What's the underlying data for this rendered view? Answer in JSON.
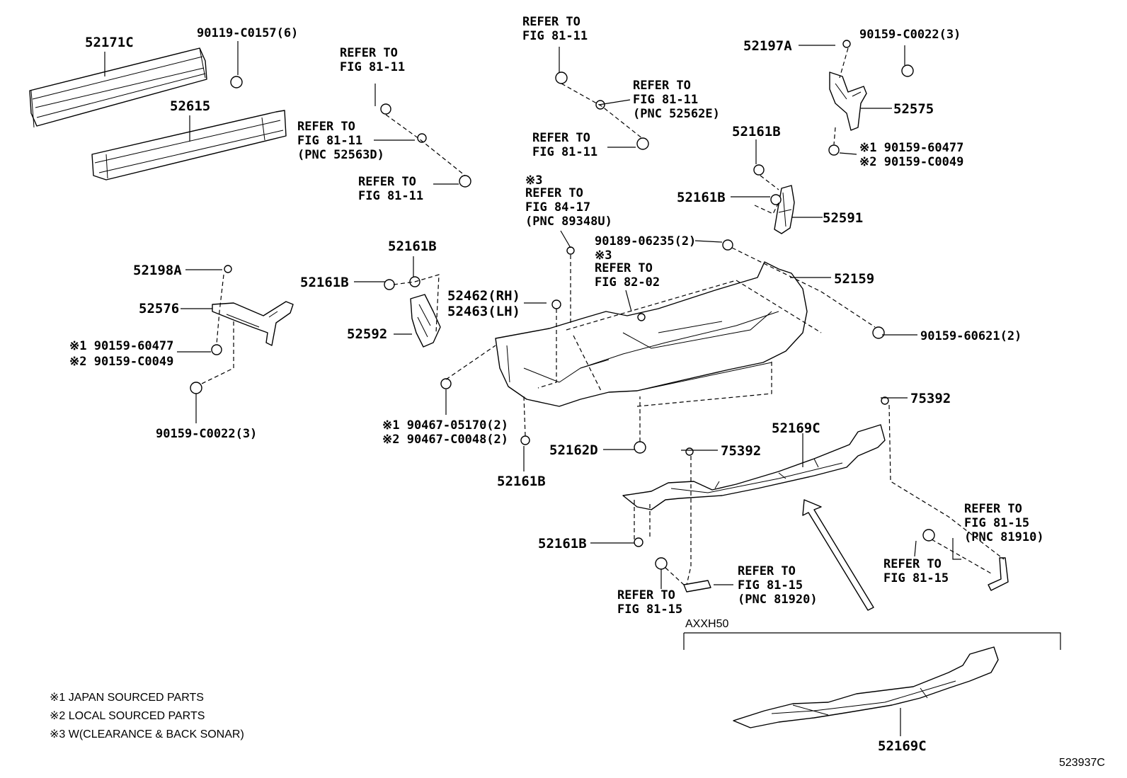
{
  "diagram_id": "523937C",
  "notes": [
    "※1  JAPAN SOURCED PARTS",
    "※2  LOCAL SOURCED PARTS",
    "※3  W(CLEARANCE & BACK SONAR)"
  ],
  "variant_label": "AXXH50",
  "labels": {
    "p52171c": "52171C",
    "p90119": "90119-C0157(6)",
    "p52615": "52615",
    "p52198a": "52198A",
    "p52576": "52576",
    "p52576_b1": "※1 90159-60477",
    "p52576_b2": "※2 90159-C0049",
    "p52576_c": "90159-C0022(3)",
    "ref_a": [
      "REFER TO",
      "FIG 81-11"
    ],
    "ref_b": [
      "REFER TO",
      "FIG 81-11",
      "(PNC 52563D)"
    ],
    "ref_c": [
      "REFER TO",
      "FIG 81-11"
    ],
    "ref_d": [
      "REFER TO",
      "FIG 81-11"
    ],
    "ref_e": [
      "REFER TO",
      "FIG 81-11",
      "(PNC 52562E)"
    ],
    "ref_f": [
      "REFER TO",
      "FIG 81-11"
    ],
    "ref_g": [
      "※3",
      "REFER TO",
      "FIG 84-17",
      "(PNC 89348U)"
    ],
    "ref_h": [
      "※3",
      "REFER TO",
      "FIG 82-02"
    ],
    "p52161b_a": "52161B",
    "p52161b_b": "52161B",
    "p52592": "52592",
    "p52462": "52462(RH)",
    "p52463": "52463(LH)",
    "p52197a": "52197A",
    "p90159_c0022": "90159-C0022(3)",
    "p52575": "52575",
    "p52575_b1": "※1 90159-60477",
    "p52575_b2": "※2 90159-C0049",
    "p52161b_c": "52161B",
    "p52161b_d": "52161B",
    "p52591": "52591",
    "p90189": "90189-06235(2)",
    "p52159": "52159",
    "p90159_60621": "90159-60621(2)",
    "p90467_1": "※1 90467-05170(2)",
    "p90467_2": "※2 90467-C0048(2)",
    "p52161b_e": "52161B",
    "p52162d": "52162D",
    "p75392_a": "75392",
    "p75392_b": "75392",
    "p52169c_a": "52169C",
    "p52161b_f": "52161B",
    "ref_i": [
      "REFER TO",
      "FIG 81-15"
    ],
    "ref_j": [
      "REFER TO",
      "FIG 81-15",
      "(PNC 81920)"
    ],
    "ref_k": [
      "REFER TO",
      "FIG 81-15",
      "(PNC 81910)"
    ],
    "ref_l": [
      "REFER TO",
      "FIG 81-15"
    ],
    "p52169c_b": "52169C"
  }
}
